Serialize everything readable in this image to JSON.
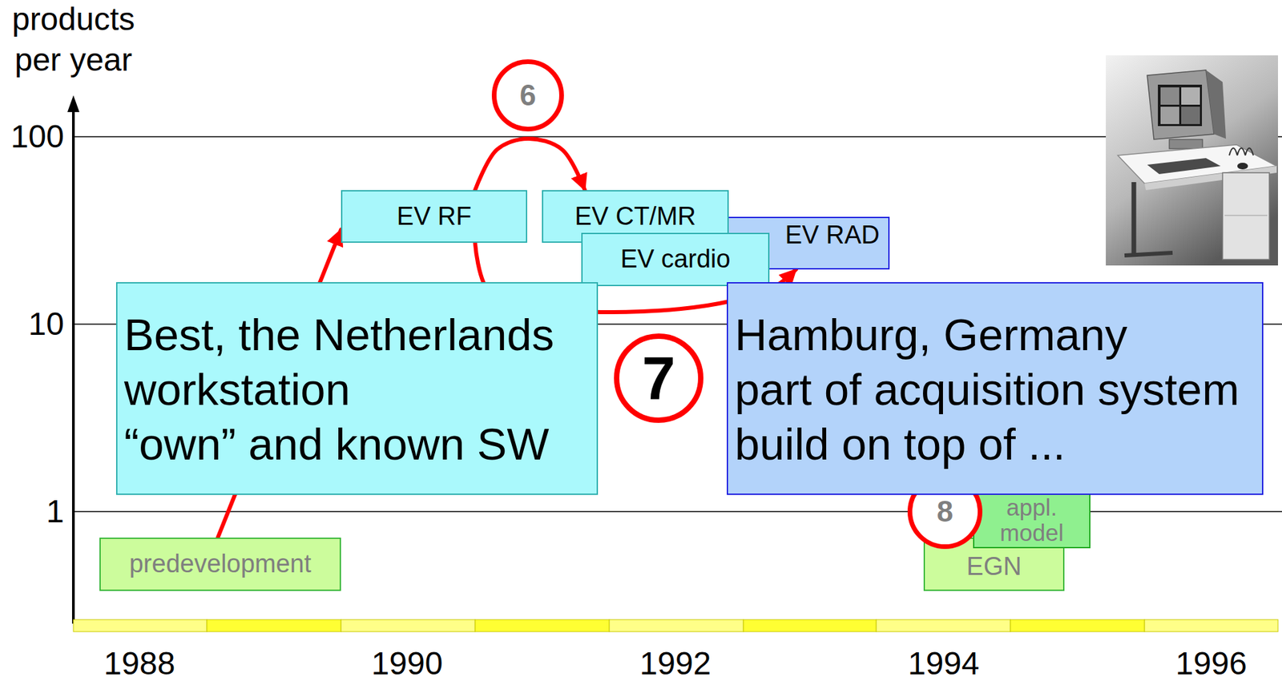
{
  "diagram": {
    "nodes": [
      {
        "text": [
          "6"
        ]
      },
      {
        "text": [
          "EV RF"
        ]
      },
      {
        "text": [
          "EV CT/MR"
        ]
      },
      {
        "text": [
          "EV RAD"
        ]
      },
      {
        "text": [
          "EV cardio"
        ]
      },
      {
        "text": [
          "Best, the Netherlands",
          "workstation",
          "“own” and known SW"
        ]
      },
      {
        "text": [
          "7"
        ]
      },
      {
        "text": [
          "Hamburg, Germany",
          "part of acquisition system",
          "build on top of ..."
        ]
      },
      {
        "text": [
          "8"
        ]
      },
      {
        "text": [
          "appl. model"
        ]
      },
      {
        "text": [
          "EGN"
        ]
      },
      {
        "text": [
          "predevelopment"
        ]
      }
    ],
    "edges": [
      {
        "from": 11,
        "to": 1,
        "arrow": "to"
      },
      {
        "from": 1,
        "to": 2,
        "arrow": "to"
      },
      {
        "from": 1,
        "to": 3,
        "arrow": "to"
      }
    ],
    "labels": [
      "products per year",
      "100",
      "10",
      "1",
      "1988",
      "1990",
      "1992",
      "1994",
      "1996"
    ]
  }
}
